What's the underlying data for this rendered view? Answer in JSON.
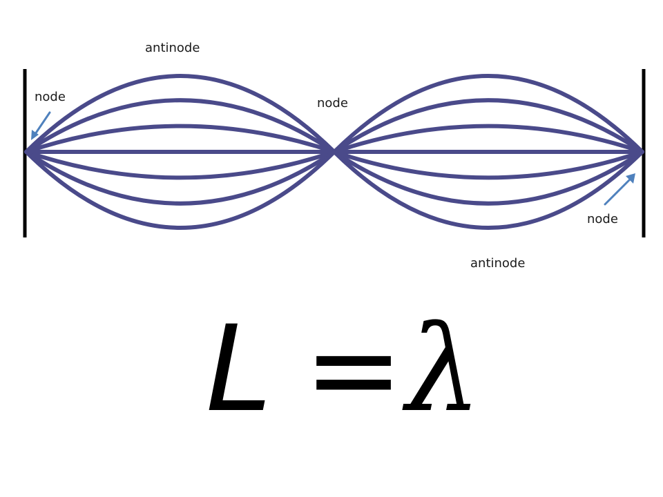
{
  "labels": {
    "antinode_top": "antinode",
    "antinode_bottom": "antinode",
    "node_left": "node",
    "node_middle": "node",
    "node_right": "node"
  },
  "formula": {
    "left": "L",
    "equals": "=",
    "right": "λ"
  },
  "colors": {
    "wave": "#4a4a8a",
    "arrow": "#4f81bd",
    "boundary": "#000000",
    "text": "#1a1a1a"
  },
  "wave": {
    "segments": 2,
    "envelope_levels": [
      1,
      0.68,
      0.34,
      0,
      -0.34,
      -0.68,
      -1
    ]
  }
}
